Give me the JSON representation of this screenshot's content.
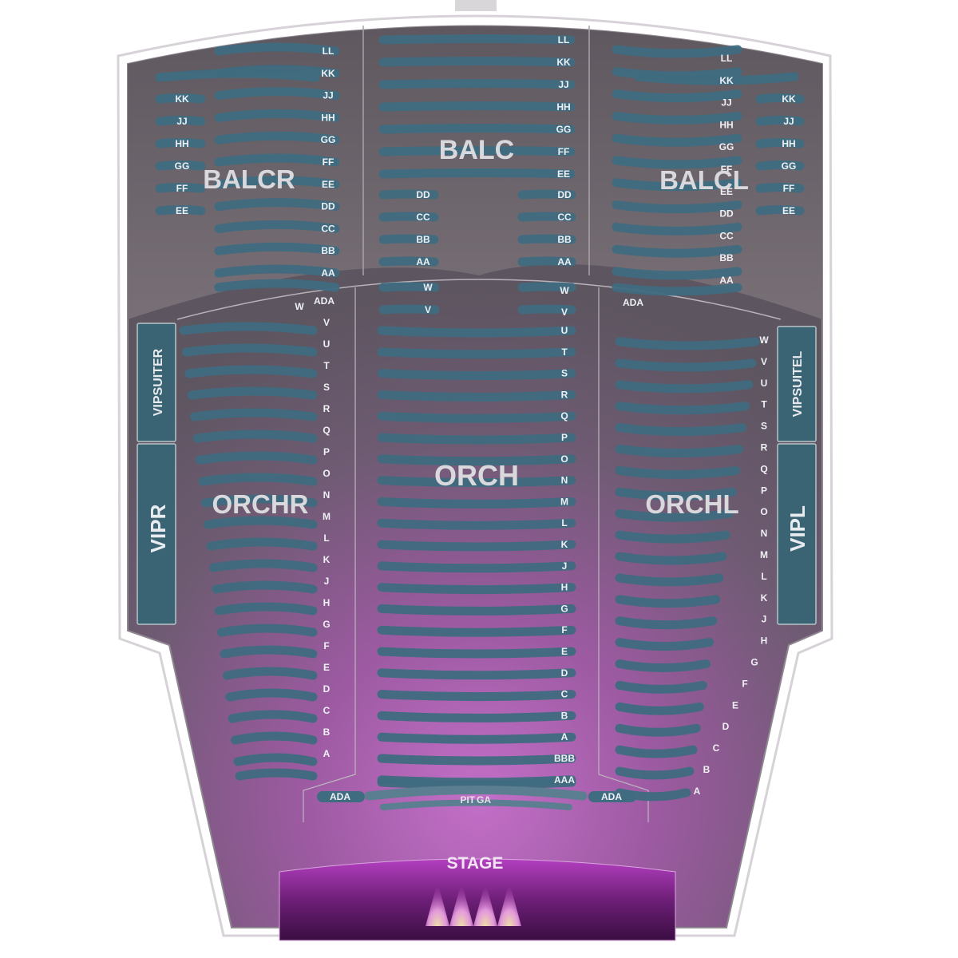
{
  "venue_map": {
    "colors": {
      "balcony_floor": "#6f6770",
      "orchestra_glow": "#b066b6",
      "row_fill": "#3f6c80",
      "row_fill_deep": "#2f5566",
      "vip_box": "#3a6474",
      "stage_fill": "#8a2e92",
      "outline": "#d9d6da"
    },
    "stage": {
      "label": "STAGE"
    },
    "pit": {
      "label": "PIT",
      "sub": "GA"
    },
    "ada_labels": [
      "ADA",
      "ADA",
      "ADA",
      "ADA"
    ],
    "sections": [
      {
        "id": "balcr",
        "label": "BALCR"
      },
      {
        "id": "balc",
        "label": "BALC"
      },
      {
        "id": "balcl",
        "label": "BALCL"
      },
      {
        "id": "orchr",
        "label": "ORCHR"
      },
      {
        "id": "orch",
        "label": "ORCH"
      },
      {
        "id": "orchl",
        "label": "ORCHL"
      },
      {
        "id": "vipsuiter",
        "label": "VIPSUITER"
      },
      {
        "id": "vipr",
        "label": "VIPR"
      },
      {
        "id": "vipsuitel",
        "label": "VIPSUITEL"
      },
      {
        "id": "vipl",
        "label": "VIPL"
      }
    ],
    "rows": {
      "balcr_main": [
        "LL",
        "KK",
        "JJ",
        "HH",
        "GG",
        "FF",
        "EE",
        "DD",
        "CC",
        "BB",
        "AA"
      ],
      "balcr_side": [
        "KK",
        "JJ",
        "HH",
        "GG",
        "FF",
        "EE"
      ],
      "balc_main": [
        "LL",
        "KK",
        "JJ",
        "HH",
        "GG",
        "FF",
        "EE"
      ],
      "balc_lower": [
        "DD",
        "CC",
        "BB",
        "AA"
      ],
      "balcl_main": [
        "LL",
        "KK",
        "JJ",
        "HH",
        "GG",
        "FF",
        "EE",
        "DD",
        "CC",
        "BB",
        "AA"
      ],
      "balcl_side": [
        "KK",
        "JJ",
        "HH",
        "GG",
        "FF",
        "EE"
      ],
      "orch_back": [
        "W",
        "V"
      ],
      "orch_main": [
        "W",
        "V",
        "U",
        "T",
        "S",
        "R",
        "Q",
        "P",
        "O",
        "N",
        "M",
        "L",
        "K",
        "J",
        "H",
        "G",
        "F",
        "E",
        "D",
        "C",
        "B",
        "A",
        "BBB",
        "AAA"
      ],
      "orchr": [
        "W",
        "ADA",
        "V",
        "U",
        "T",
        "S",
        "R",
        "Q",
        "P",
        "O",
        "N",
        "M",
        "L",
        "K",
        "J",
        "H",
        "G",
        "F",
        "E",
        "D",
        "C",
        "B",
        "A"
      ],
      "orchl": [
        "ADA",
        "W",
        "V",
        "U",
        "T",
        "S",
        "R",
        "Q",
        "P",
        "O",
        "N",
        "M",
        "L",
        "K",
        "J",
        "H",
        "G",
        "F",
        "E",
        "D",
        "C",
        "B",
        "A"
      ]
    }
  }
}
